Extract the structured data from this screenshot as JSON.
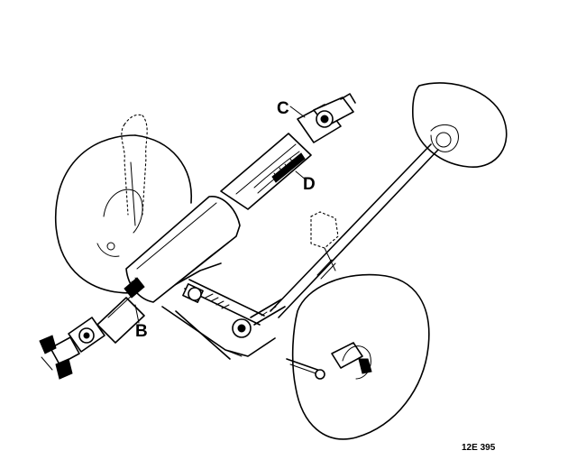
{
  "labels": {
    "b": "B",
    "c": "C",
    "d": "D"
  },
  "reference": "12E 395",
  "colors": {
    "ink": "#000000",
    "paper": "#ffffff"
  }
}
